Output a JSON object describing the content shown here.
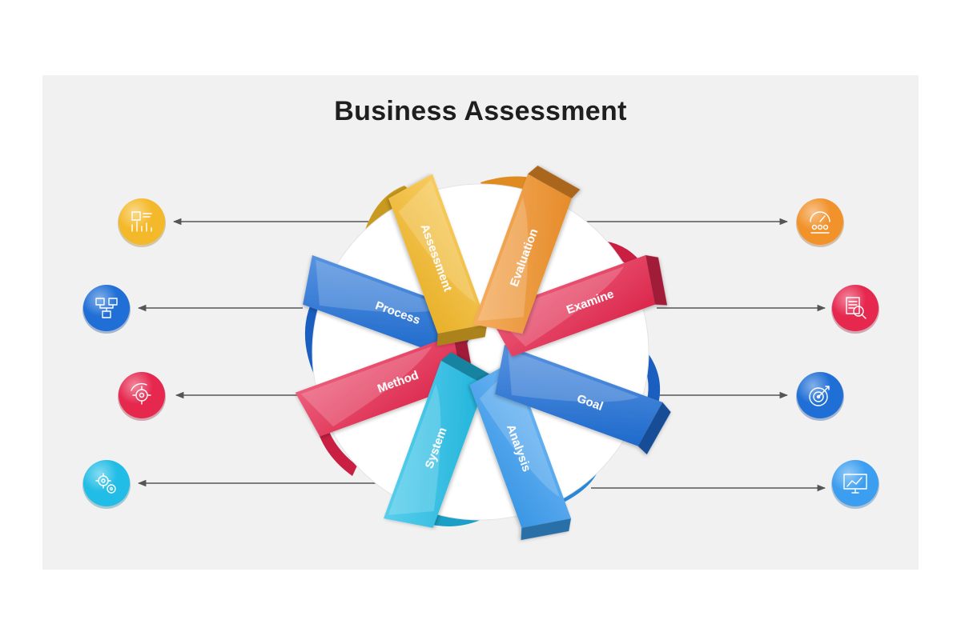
{
  "title": "Business Assessment",
  "colors": {
    "background": "#f1f1f1",
    "yellow": "#f4b92a",
    "orange": "#f1922b",
    "red": "#e6284f",
    "blue": "#1f6fd6",
    "light_blue": "#3c9ef0",
    "cyan": "#22bde6"
  },
  "segments": [
    {
      "id": "assessment",
      "label": "Assessment",
      "color": "yellow",
      "icon": "chart-dashboard-icon"
    },
    {
      "id": "evaluation",
      "label": "Evaluation",
      "color": "orange",
      "icon": "gauge-team-icon"
    },
    {
      "id": "examine",
      "label": "Examine",
      "color": "red",
      "icon": "magnifier-report-icon"
    },
    {
      "id": "goal",
      "label": "Goal",
      "color": "blue",
      "icon": "target-icon"
    },
    {
      "id": "analysis",
      "label": "Analysis",
      "color": "light_blue",
      "icon": "monitor-chart-icon"
    },
    {
      "id": "system",
      "label": "System",
      "color": "cyan",
      "icon": "gears-icon"
    },
    {
      "id": "method",
      "label": "Method",
      "color": "red",
      "icon": "gear-cycle-icon"
    },
    {
      "id": "process",
      "label": "Process",
      "color": "blue",
      "icon": "workflow-icon"
    }
  ]
}
